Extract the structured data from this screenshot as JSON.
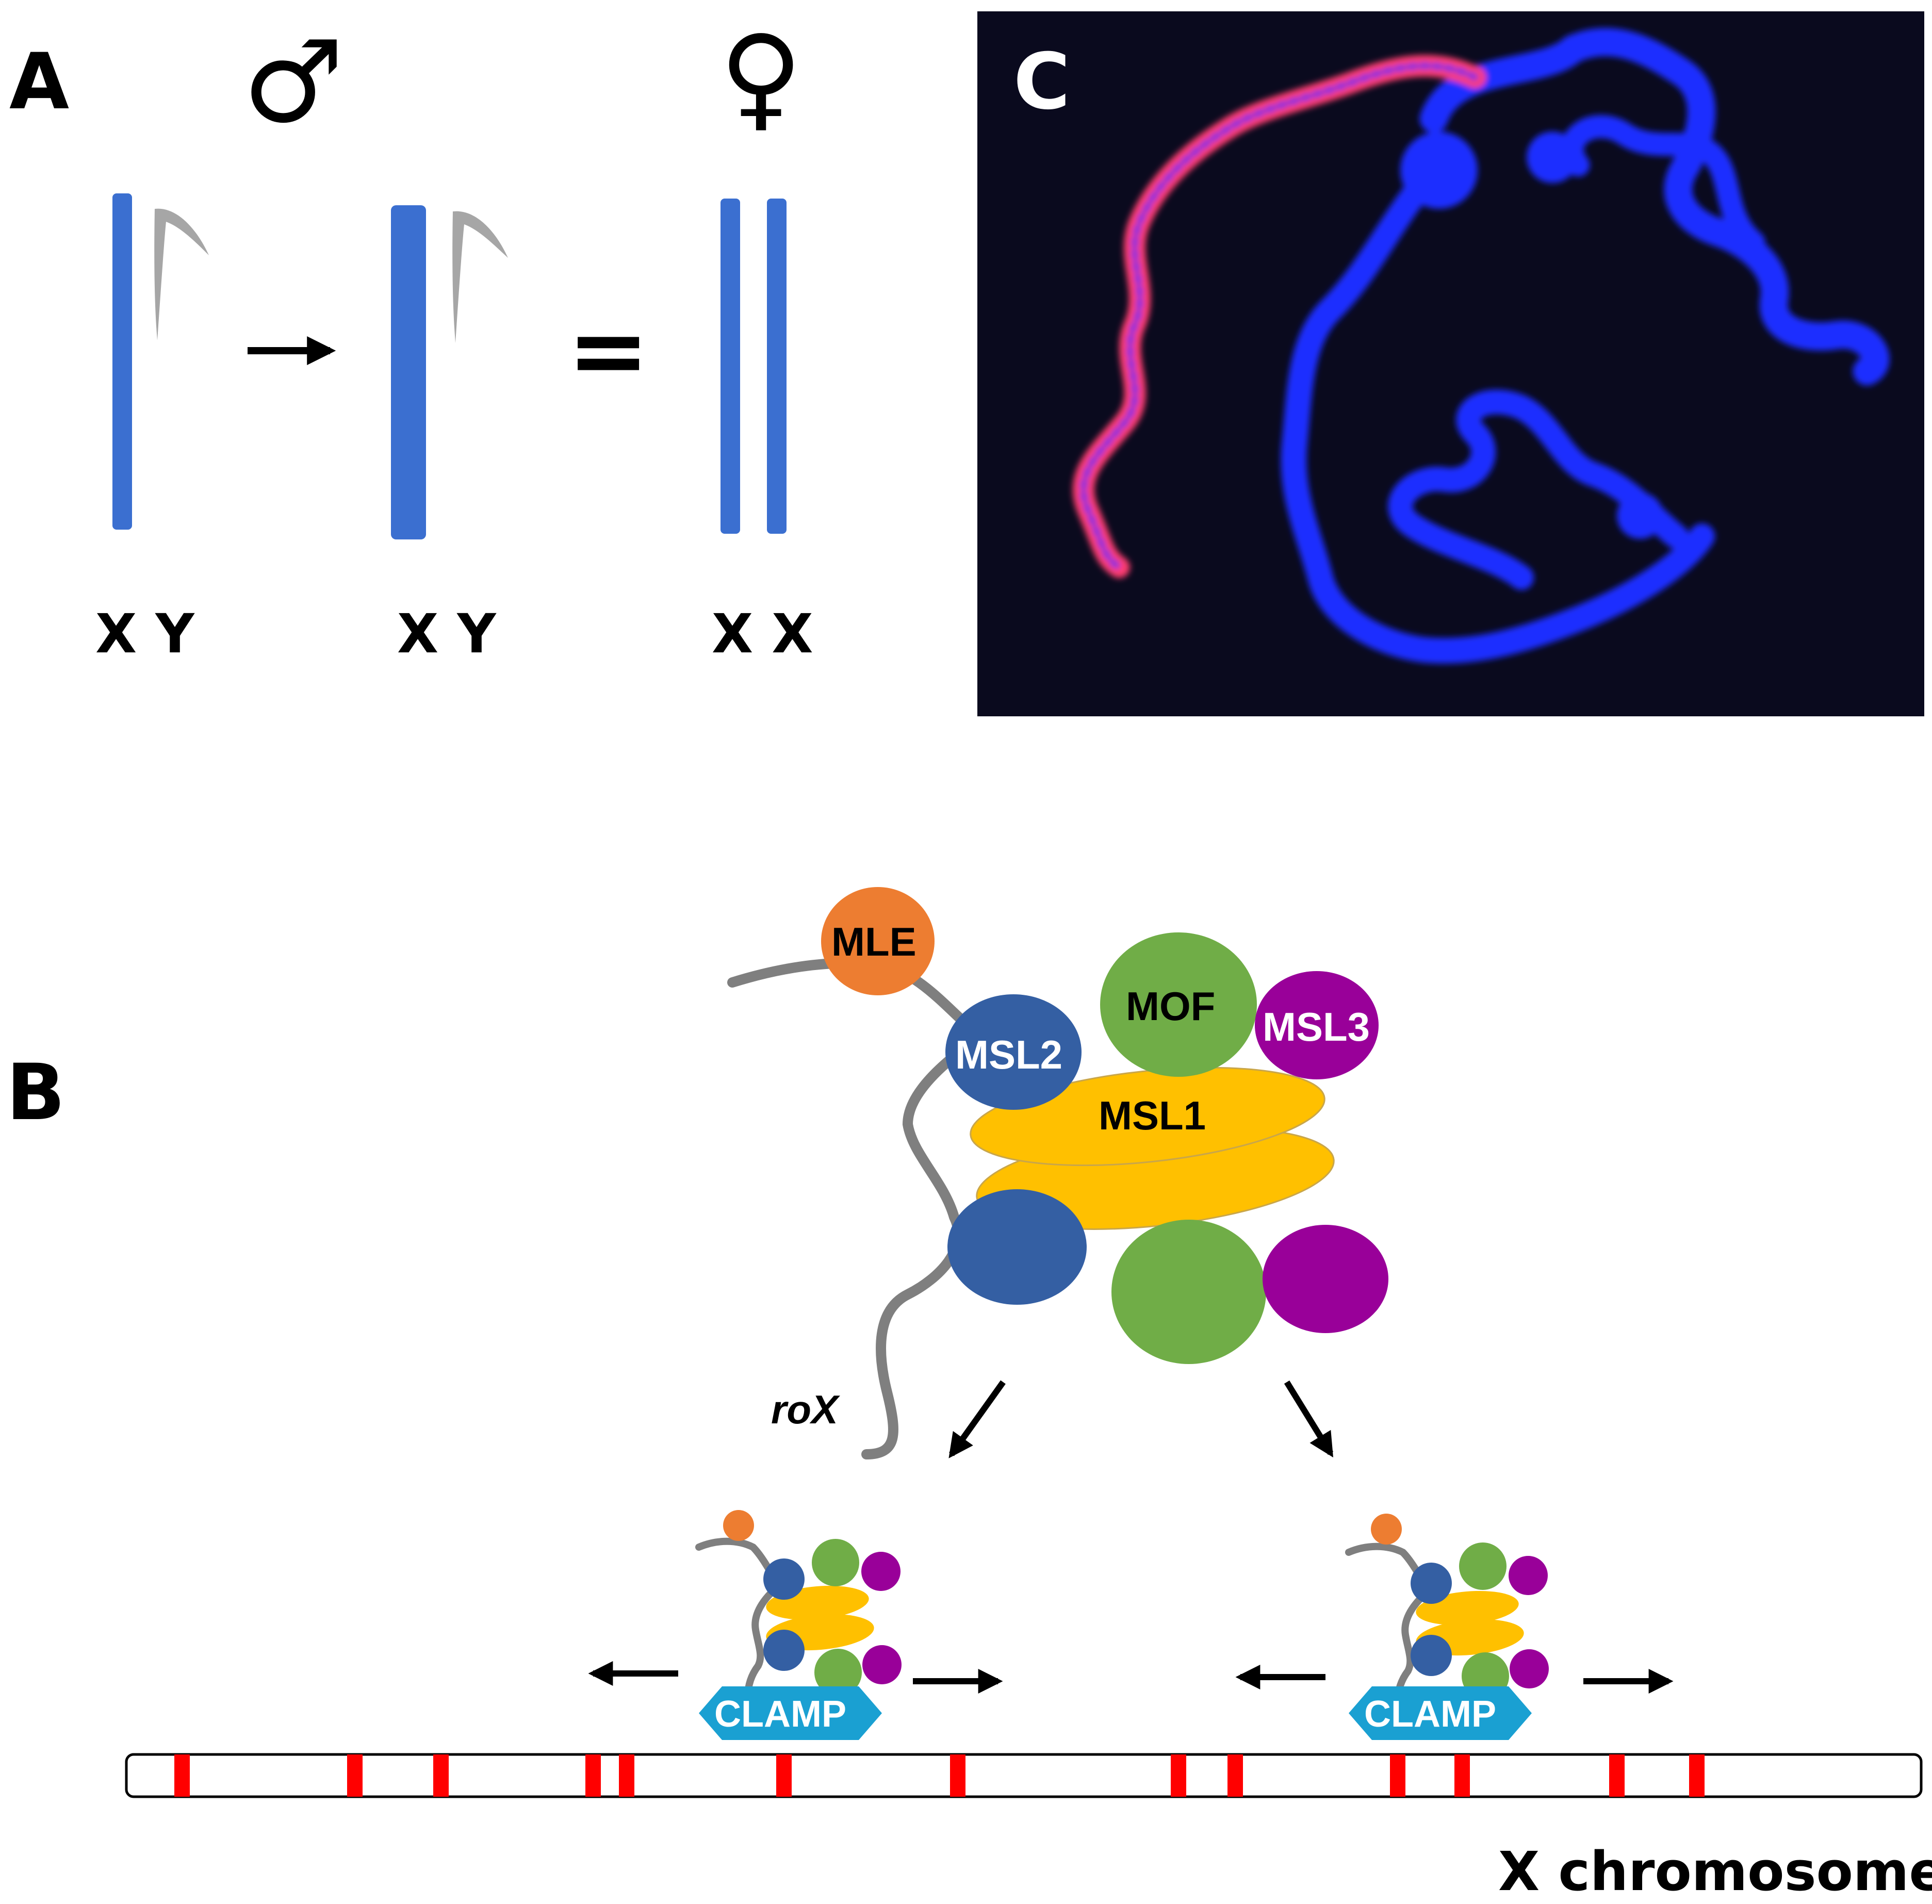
{
  "panel_a": {
    "label": "A",
    "male_symbol": "♂",
    "female_symbol": "♀",
    "equals": "=",
    "genotypes": [
      "X Y",
      "X Y",
      "X X"
    ]
  },
  "panel_b": {
    "label": "B",
    "proteins": {
      "mle": "MLE",
      "mof": "MOF",
      "msl1": "MSL1",
      "msl2": "MSL2",
      "msl3": "MSL3",
      "clamp": "CLAMP"
    },
    "rna_label": "roX",
    "chromosome_label": "X chromosome"
  },
  "panel_c": {
    "label": "C"
  },
  "colors": {
    "x_chromosome_bar": "#3b6fd0",
    "y_chromosome": "#a6a6a6",
    "mle": "#ed7d31",
    "mof": "#70ad47",
    "msl1": "#ffc000",
    "msl2": "#345fa3",
    "msl3": "#990099",
    "clamp": "#1aa0d2",
    "hat_sites": "#ff0000",
    "micrograph_background": "#0a0a1e",
    "dapi": "#1f2fff",
    "msl_staining": "#ff3c70"
  }
}
